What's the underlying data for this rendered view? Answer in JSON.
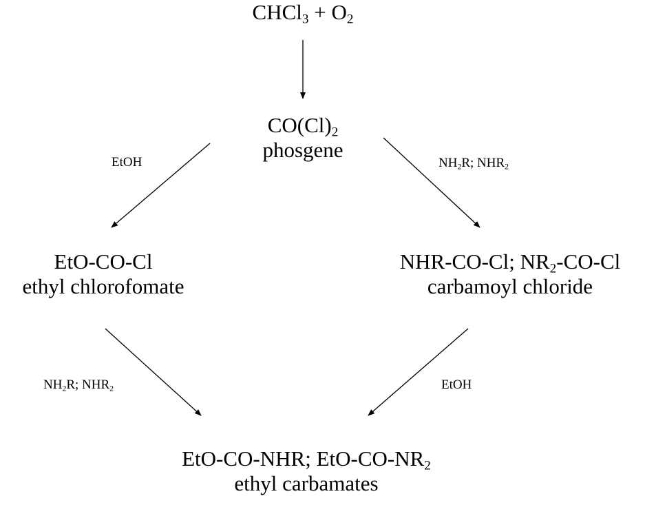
{
  "nodes": {
    "start": {
      "formula": [
        "CHCl",
        "3",
        " + O",
        "2"
      ]
    },
    "phosgene": {
      "formula": [
        "CO(Cl)",
        "2"
      ],
      "name": "phosgene"
    },
    "chloroformate": {
      "formula": "EtO-CO-Cl",
      "name": "ethyl chlorofomate"
    },
    "carbamoyl": {
      "formula": [
        "NHR-CO-Cl; NR",
        "2",
        "-CO-Cl"
      ],
      "name": "carbamoyl chloride"
    },
    "carbamates": {
      "formula": [
        "EtO-CO-NHR; EtO-CO-NR",
        "2"
      ],
      "name": "ethyl carbamates"
    }
  },
  "reagents": {
    "phosgene_to_chloroformate": "EtOH",
    "phosgene_to_carbamoyl": [
      "NH",
      "2",
      "R; NHR",
      "2"
    ],
    "chloroformate_to_carbamates": [
      "NH",
      "2",
      "R; NHR",
      "2"
    ],
    "carbamoyl_to_carbamates": "EtOH"
  },
  "colors": {
    "text": "#000000",
    "arrow": "#000000",
    "background": "#ffffff"
  }
}
